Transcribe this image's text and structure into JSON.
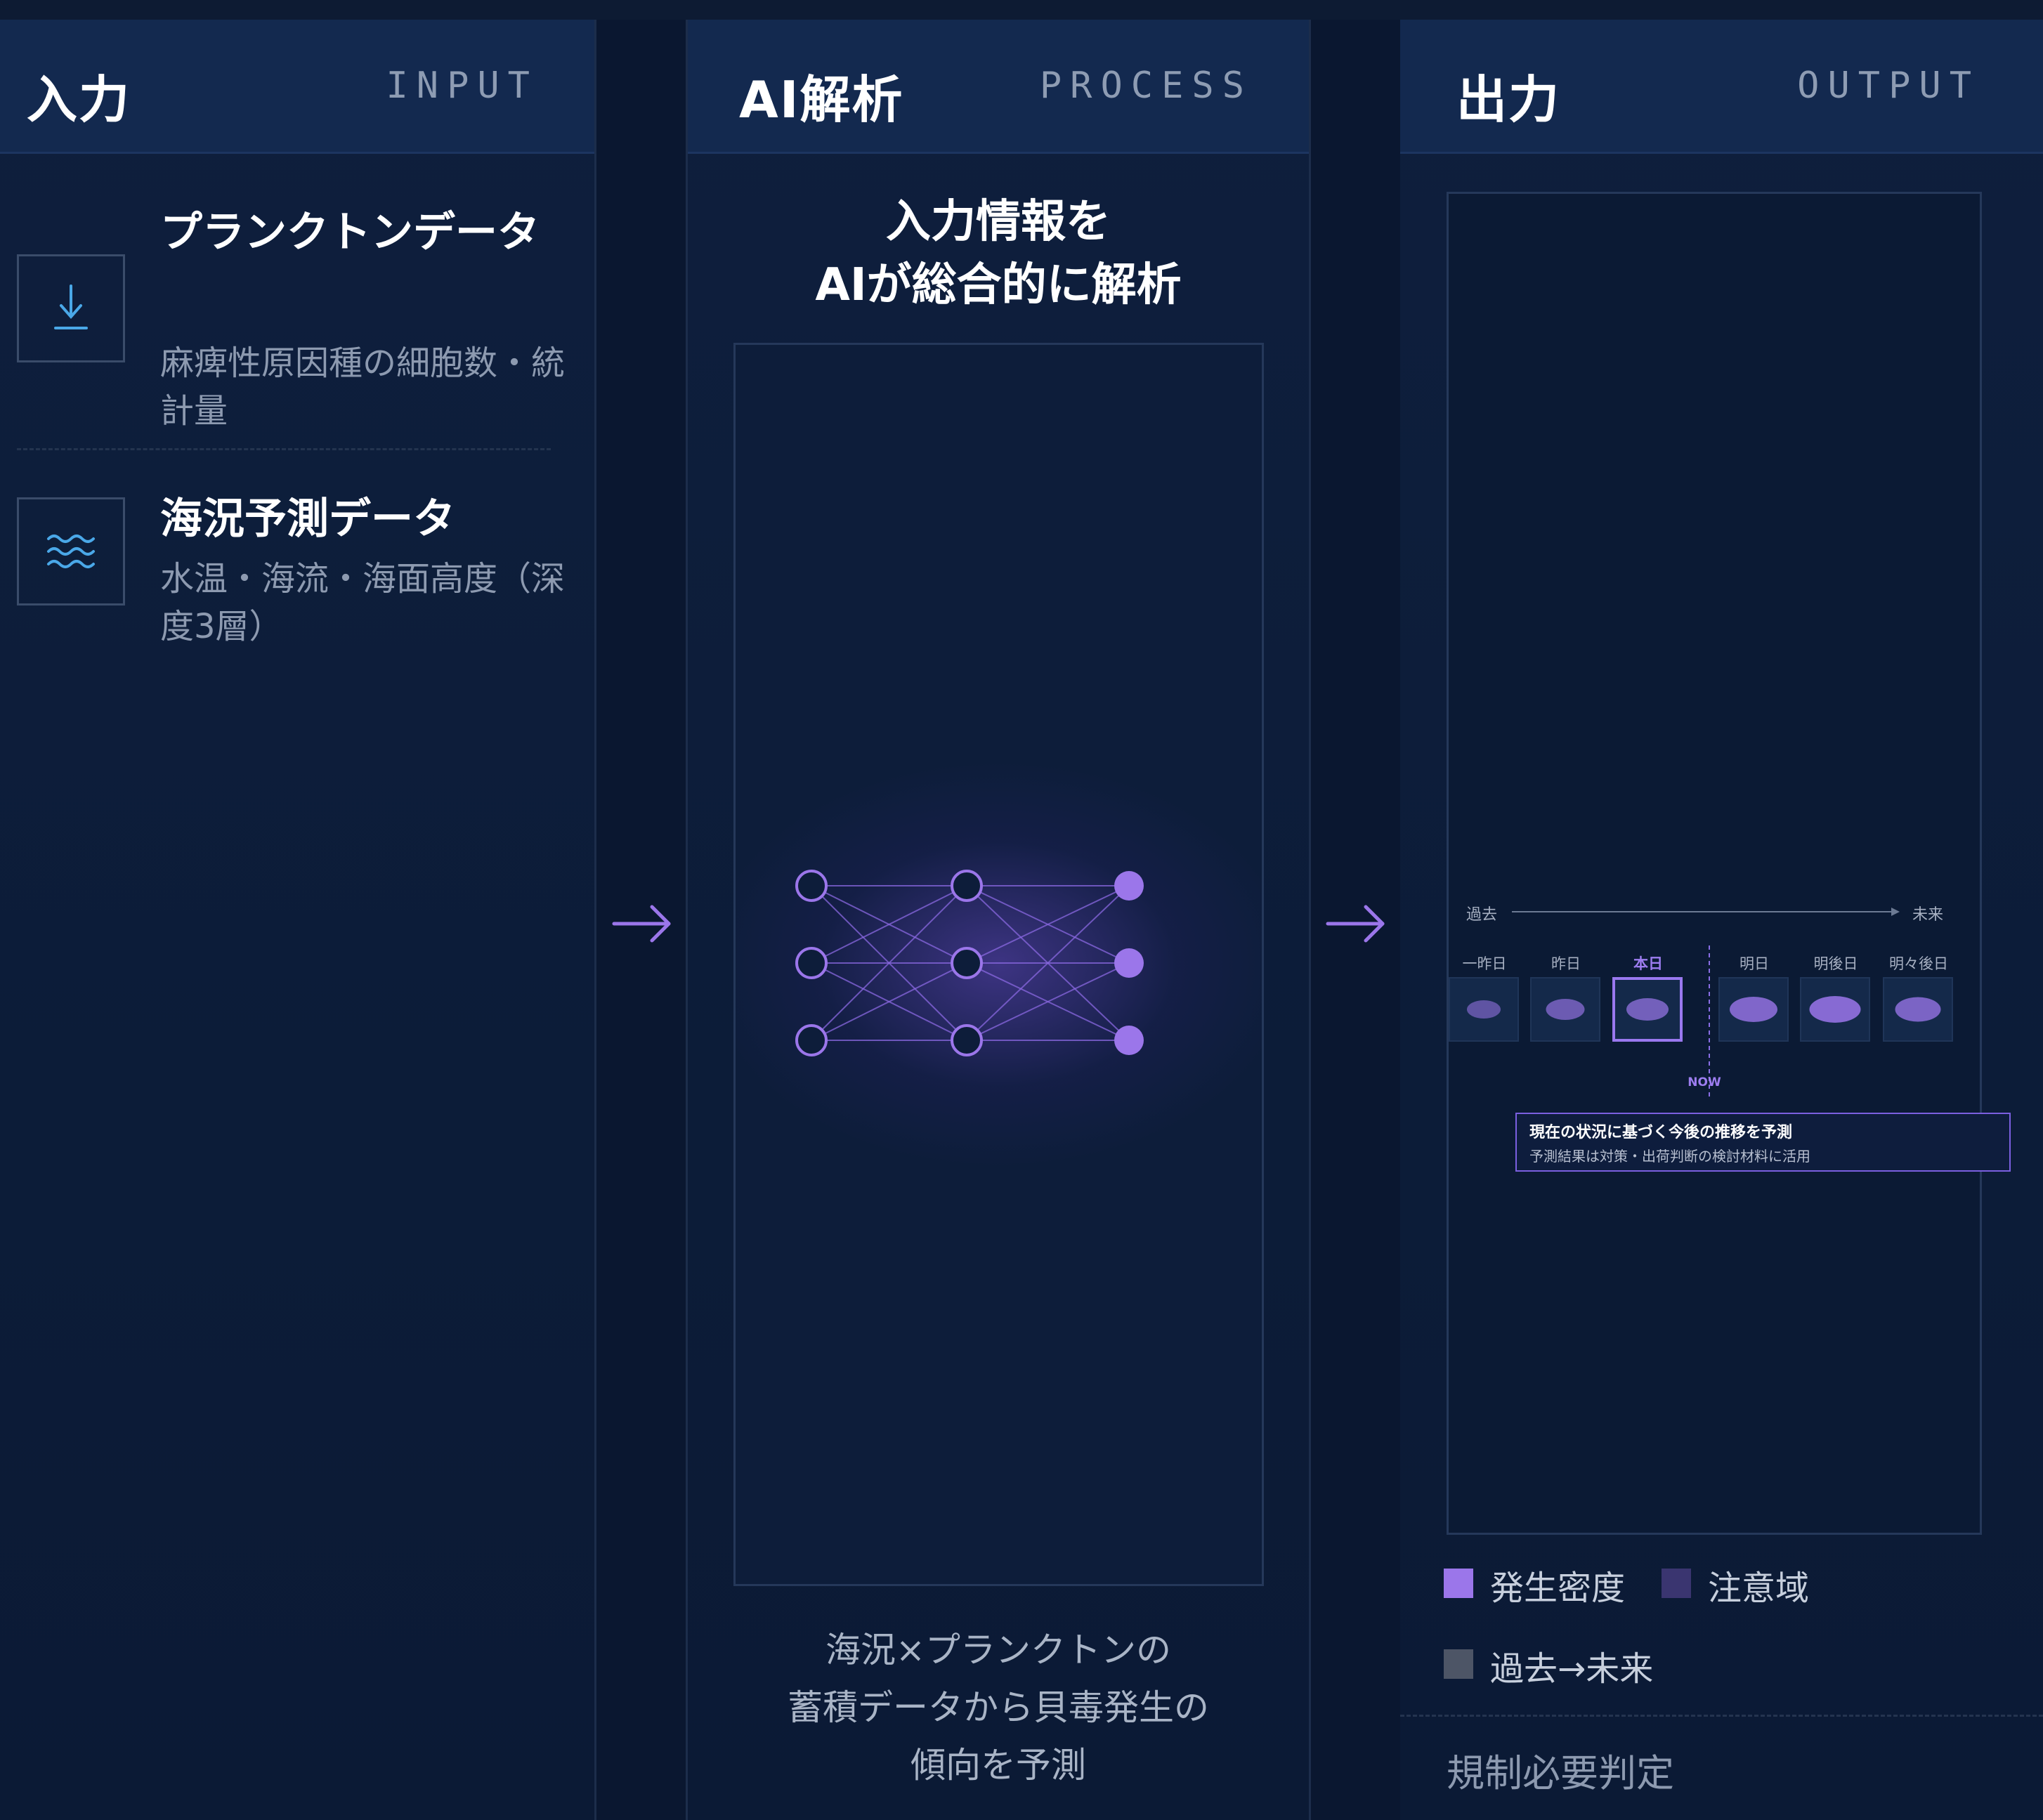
{
  "input": {
    "title": "入力",
    "title_en": "INPUT",
    "items": [
      {
        "title": "プランクトンデータ",
        "desc": "麻痺性原因種の細胞数・統計量",
        "icon": "download-icon"
      },
      {
        "title": "海況予測データ",
        "desc": "水温・海流・海面高度（深度3層）",
        "icon": "waves-icon"
      }
    ]
  },
  "process": {
    "title": "AI解析",
    "title_en": "PROCESS",
    "heading_line1": "入力情報を",
    "heading_line2": "AIが総合的に解析",
    "caption_line1": "海況×プランクトンの",
    "caption_line2": "蓄積データから貝毒発生の",
    "caption_line3": "傾向を予測",
    "network_layers": [
      3,
      3,
      3
    ]
  },
  "output": {
    "title": "出力",
    "title_en": "OUTPUT",
    "timeline": {
      "past_label": "過去",
      "future_label": "未来",
      "now_label": "NOW",
      "days": [
        {
          "label": "一昨日",
          "level": 0.35
        },
        {
          "label": "昨日",
          "level": 0.5
        },
        {
          "label": "本日",
          "level": 0.6,
          "current": true
        },
        {
          "label": "明日",
          "level": 0.75
        },
        {
          "label": "明後日",
          "level": 0.85
        },
        {
          "label": "明々後日",
          "level": 0.7
        }
      ]
    },
    "note_title": "現在の状況に基づく今後の推移を予測",
    "note_sub": "予測結果は対策・出荷判断の検討材料に活用",
    "legend": [
      {
        "label": "発生密度",
        "color": "#9b76ea"
      },
      {
        "label": "注意域",
        "color": "#3a3570"
      },
      {
        "label": "過去→未来",
        "color": "#4d5566"
      }
    ],
    "footer": "規制必要判定"
  },
  "colors": {
    "background": "#0b1a34",
    "header": "#13294f",
    "accent": "#9b76ea",
    "input_icon": "#4aa8e8",
    "muted": "#8d9ab0"
  }
}
